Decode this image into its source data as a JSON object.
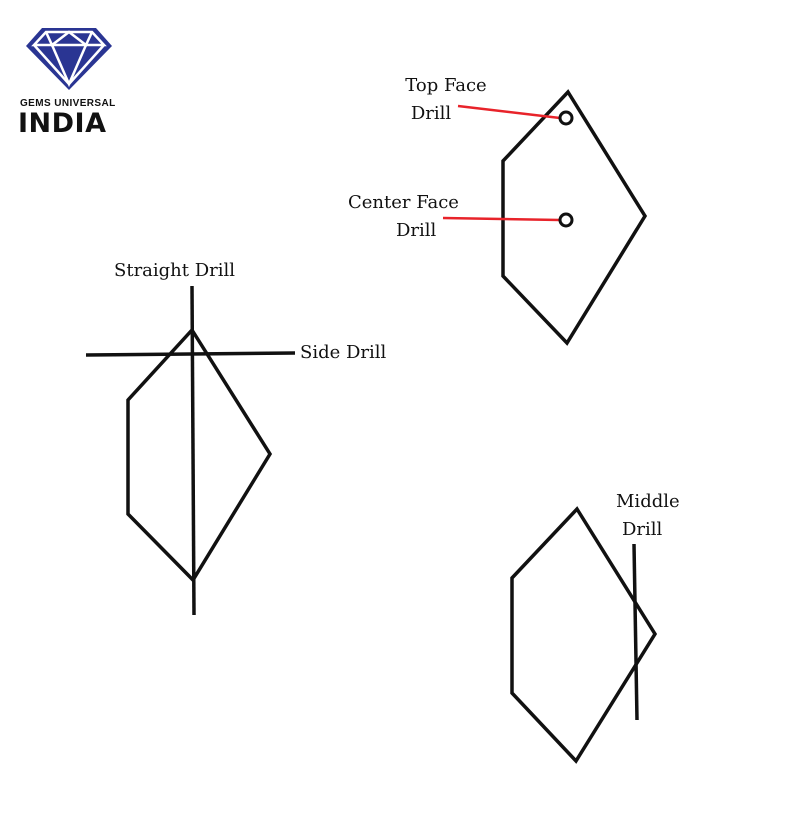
{
  "logo": {
    "name": "gem-diamond-icon",
    "tagline": "GEMS UNIVERSAL",
    "wordmark": "INDIA",
    "color": "#2a3593"
  },
  "labels": {
    "straight_drill": "Straight Drill",
    "side_drill": "Side Drill",
    "top_face_drill_line1": "Top Face",
    "top_face_drill_line2": "Drill",
    "center_face_drill_line1": "Center Face",
    "center_face_drill_line2": "Drill",
    "middle_drill_line1": "Middle",
    "middle_drill_line2": "Drill"
  },
  "colors": {
    "outline": "#111111",
    "pointer": "#e8232a"
  }
}
